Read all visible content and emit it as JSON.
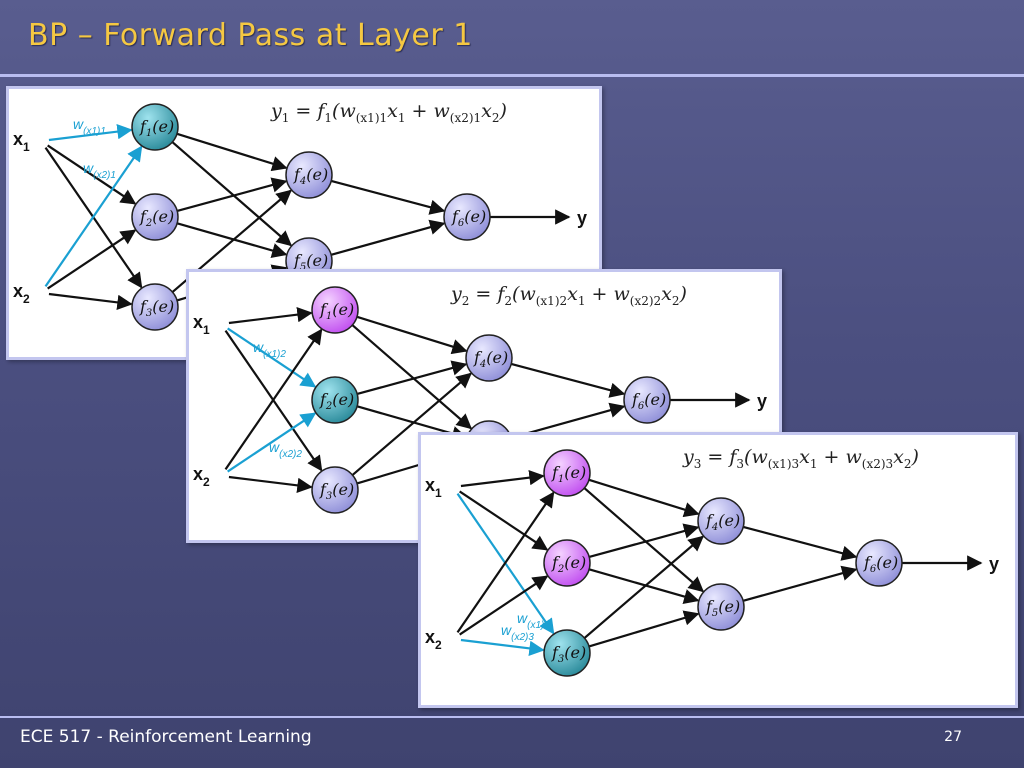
{
  "slide": {
    "title": "BP – Forward Pass at Layer 1",
    "footer": "ECE 517 - Reinforcement Learning",
    "page_number": "27"
  },
  "colors": {
    "title": "#f5c842",
    "active_neuron": "#2a8a9a",
    "computed_neuron": "#c14ff0",
    "default_neuron": "#8f8fd8",
    "weight_highlight": "#1aa0d2"
  },
  "panels": [
    {
      "equation": {
        "lhs": "y",
        "lhs_sub": "1",
        "func": "f",
        "func_sub": "1",
        "w1_sub": "(x1)1",
        "w2_sub": "(x2)1"
      },
      "weights": [
        {
          "label": "w",
          "sub": "(x1)1"
        },
        {
          "label": "w",
          "sub": "(x2)1"
        }
      ],
      "active": 1,
      "computed": []
    },
    {
      "equation": {
        "lhs": "y",
        "lhs_sub": "2",
        "func": "f",
        "func_sub": "2",
        "w1_sub": "(x1)2",
        "w2_sub": "(x2)2"
      },
      "weights": [
        {
          "label": "w",
          "sub": "(x1)2"
        },
        {
          "label": "w",
          "sub": "(x2)2"
        }
      ],
      "active": 2,
      "computed": [
        1
      ]
    },
    {
      "equation": {
        "lhs": "y",
        "lhs_sub": "3",
        "func": "f",
        "func_sub": "3",
        "w1_sub": "(x1)3",
        "w2_sub": "(x2)3"
      },
      "weights": [
        {
          "label": "w",
          "sub": "(x1)3"
        },
        {
          "label": "w",
          "sub": "(x2)3"
        }
      ],
      "active": 3,
      "computed": [
        1,
        2
      ]
    }
  ],
  "network": {
    "inputs": [
      {
        "label": "x",
        "sub": "1"
      },
      {
        "label": "x",
        "sub": "2"
      }
    ],
    "neuron_labels": [
      {
        "f": "f",
        "sub": "1",
        "arg": "(e)"
      },
      {
        "f": "f",
        "sub": "2",
        "arg": "(e)"
      },
      {
        "f": "f",
        "sub": "3",
        "arg": "(e)"
      },
      {
        "f": "f",
        "sub": "4",
        "arg": "(e)"
      },
      {
        "f": "f",
        "sub": "5",
        "arg": "(e)"
      },
      {
        "f": "f",
        "sub": "6",
        "arg": "(e)"
      }
    ],
    "output": "y"
  }
}
